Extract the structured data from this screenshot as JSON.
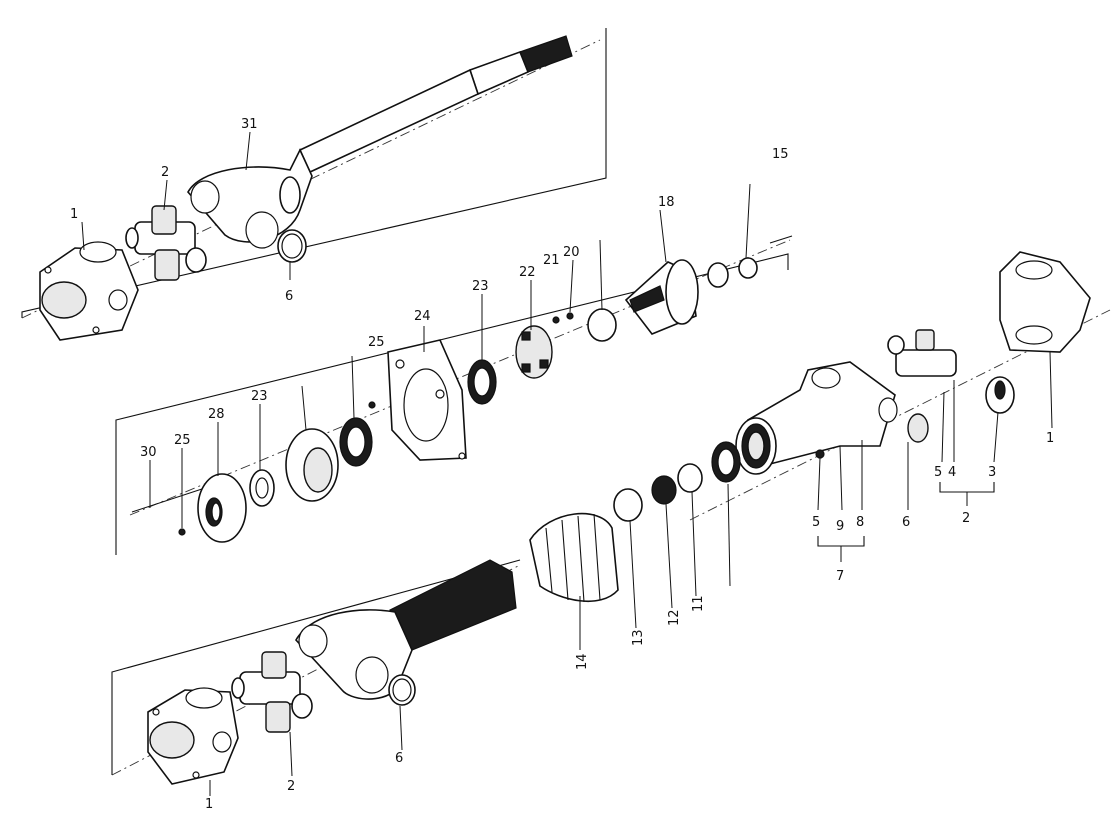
{
  "diagram": {
    "labels": {
      "l1a": "1",
      "l1b": "1",
      "l1c": "1",
      "l2a": "2",
      "l2b": "2",
      "l2c": "2",
      "l3": "3",
      "l4": "4",
      "l5a": "5",
      "l5b": "5",
      "l6a": "6",
      "l6b": "6",
      "l6c": "6",
      "l7": "7",
      "l8": "8",
      "l9": "9",
      "l11": "11",
      "l12": "12",
      "l13": "13",
      "l14": "14",
      "l15": "15",
      "l18": "18",
      "l20": "20",
      "l21": "21",
      "l22": "22",
      "l23a": "23",
      "l23b": "23",
      "l25a": "25",
      "l25b": "25",
      "l24": "24",
      "l28": "28",
      "l30": "30",
      "l31": "31"
    }
  }
}
